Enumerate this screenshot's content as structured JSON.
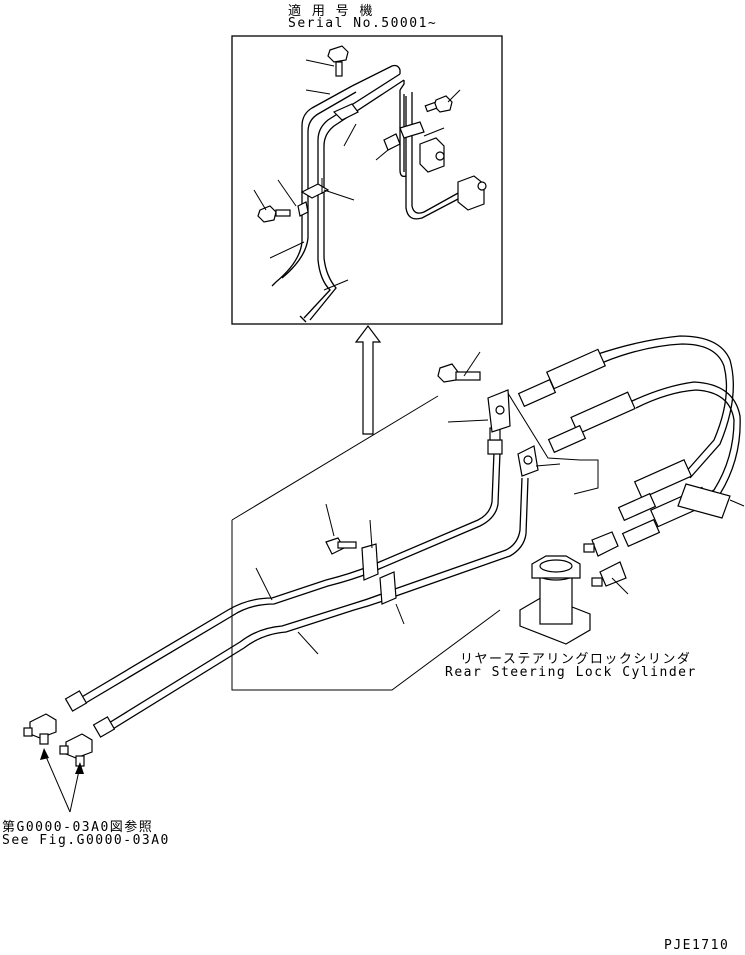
{
  "inset": {
    "applicable_models_label": "適 用 号 機",
    "serial_label": "Serial No.50001~"
  },
  "callouts": {
    "cylinder_jp": "リヤーステアリングロックシリンダ",
    "cylinder_en": "Rear Steering Lock Cylinder",
    "reference_jp": "第G0000-03A0図参照",
    "reference_en": "See Fig.G0000-03A0"
  },
  "drawing_code": "PJE1710"
}
